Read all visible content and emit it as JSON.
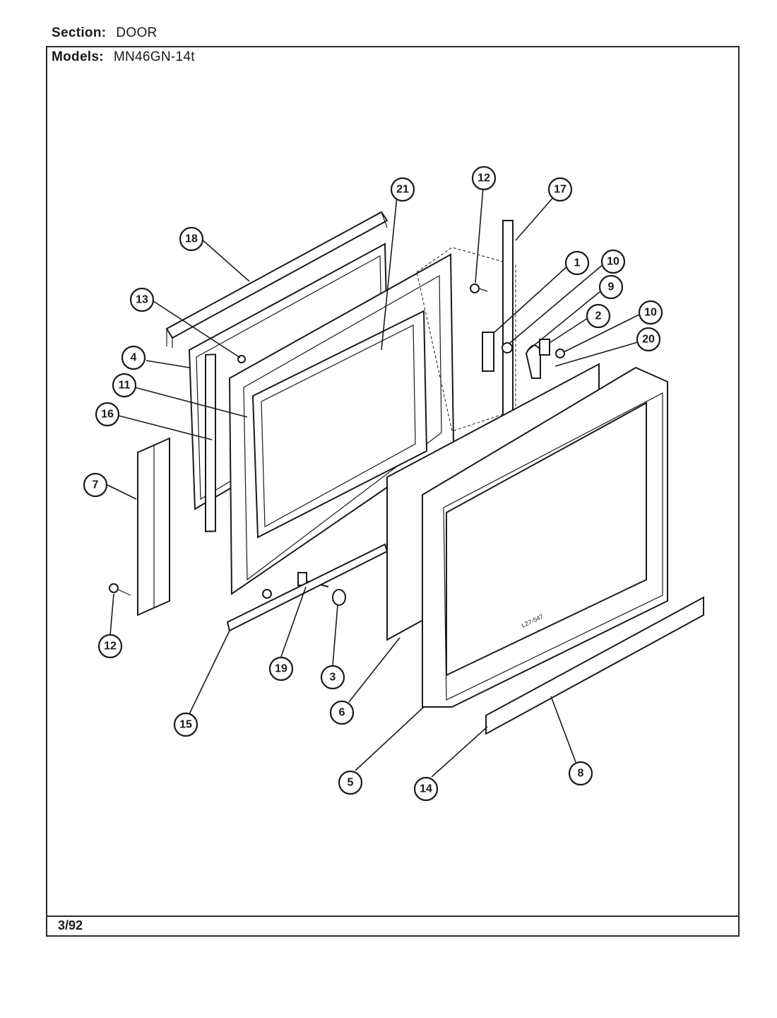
{
  "header": {
    "section_label": "Section:",
    "section_value": "DOOR",
    "models_label": "Models:",
    "models_value": "MN46GN-14t"
  },
  "footer": {
    "date": "3/92"
  },
  "door_label": "L27-547",
  "callouts": [
    "21",
    "12",
    "17",
    "18",
    "13",
    "4",
    "11",
    "16",
    "7",
    "12",
    "1",
    "10",
    "9",
    "2",
    "10",
    "20",
    "19",
    "3",
    "15",
    "6",
    "5",
    "14",
    "8"
  ]
}
